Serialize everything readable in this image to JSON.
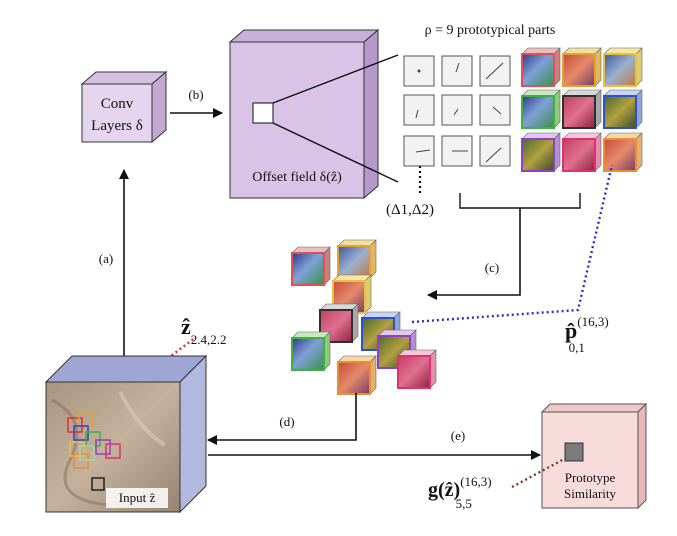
{
  "conv": {
    "line1": "Conv",
    "line2": "Layers δ"
  },
  "offset_field": {
    "label": "Offset field δ(ẑ)"
  },
  "prototypes": {
    "title": "ρ = 9 prototypical parts"
  },
  "delta_label": "(Δ1,Δ2)",
  "steps": {
    "a": "(a)",
    "b": "(b)",
    "c": "(c)",
    "d": "(d)",
    "e": "(e)"
  },
  "z_label": {
    "main": "ẑ",
    "sub": "2.4,2.2"
  },
  "p_label": {
    "main": "p̂",
    "sup": "(16,3)",
    "sub": "0,1"
  },
  "g_label": {
    "main": "g(ẑ)",
    "sup": "(16,3)",
    "sub": "5,5"
  },
  "input_label": "Input ẑ",
  "similarity": {
    "line1": "Prototype",
    "line2": "Similarity"
  },
  "colors": {
    "conv_fill": "#e6d5ee",
    "offset_fill": "#d9c3e6",
    "similarity_fill": "#f8dcdc",
    "input_side": "#b3b8df",
    "dotted_red": "#e0302b",
    "dotted_blue": "#2a2ad8"
  },
  "icons": [
    "arrow-right",
    "arrow-up",
    "arrow-left",
    "dotted-line"
  ]
}
